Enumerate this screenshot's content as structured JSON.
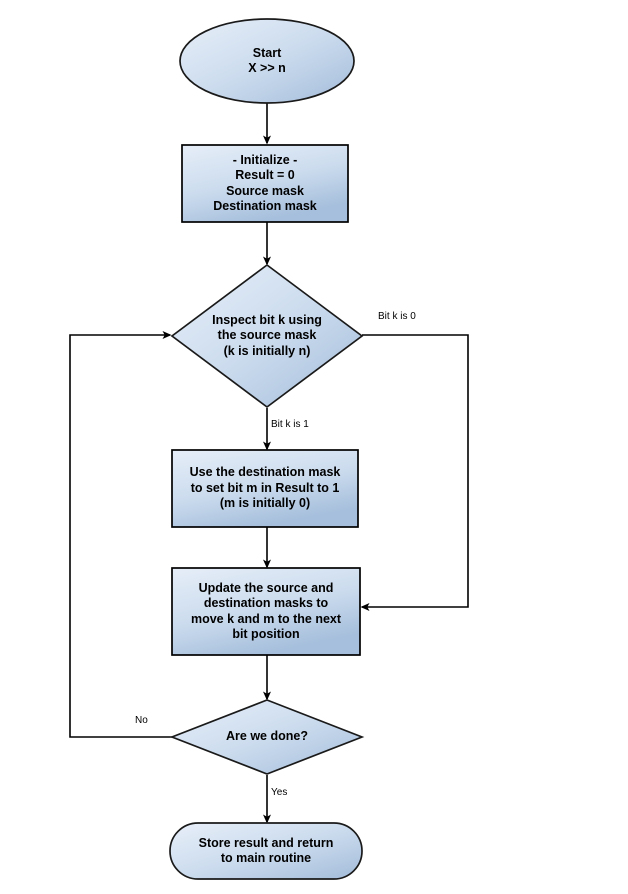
{
  "diagram": {
    "title": "Bit-shift routine flowchart",
    "type": "flowchart",
    "style": {
      "fill_gradient_start": "#dce6f2",
      "fill_gradient_end": "#a8c0dd",
      "stroke": "#000000",
      "background": "#ffffff",
      "text_color": "#000000"
    },
    "nodes": [
      {
        "id": "start",
        "shape": "ellipse",
        "name": "start-node",
        "text": "Start\nX >> n"
      },
      {
        "id": "initialize",
        "shape": "rectangle",
        "name": "initialize-node",
        "text": "- Initialize -\nResult = 0\nSource mask\nDestination mask"
      },
      {
        "id": "inspect",
        "shape": "diamond",
        "name": "inspect-bit-decision-node",
        "text": "Inspect bit k using\nthe source mask\n(k is initially n)"
      },
      {
        "id": "set-bit",
        "shape": "rectangle",
        "name": "set-bit-node",
        "text": "Use the destination mask\nto set bit m in Result to 1\n(m is initially 0)"
      },
      {
        "id": "update-masks",
        "shape": "rectangle",
        "name": "update-masks-node",
        "text": "Update the source and\ndestination masks to\nmove k and m to the next\nbit position"
      },
      {
        "id": "done",
        "shape": "diamond",
        "name": "are-we-done-decision-node",
        "text": "Are we done?"
      },
      {
        "id": "end",
        "shape": "rounded-rectangle",
        "name": "end-node",
        "text": "Store result and return\nto main routine"
      }
    ],
    "edge_labels": [
      {
        "id": "bit-k-is-0",
        "name": "edge-label-bit-k-is-0",
        "text": "Bit k is 0"
      },
      {
        "id": "bit-k-is-1",
        "name": "edge-label-bit-k-is-1",
        "text": "Bit k is 1"
      },
      {
        "id": "no",
        "name": "edge-label-no",
        "text": "No"
      },
      {
        "id": "yes",
        "name": "edge-label-yes",
        "text": "Yes"
      }
    ]
  }
}
